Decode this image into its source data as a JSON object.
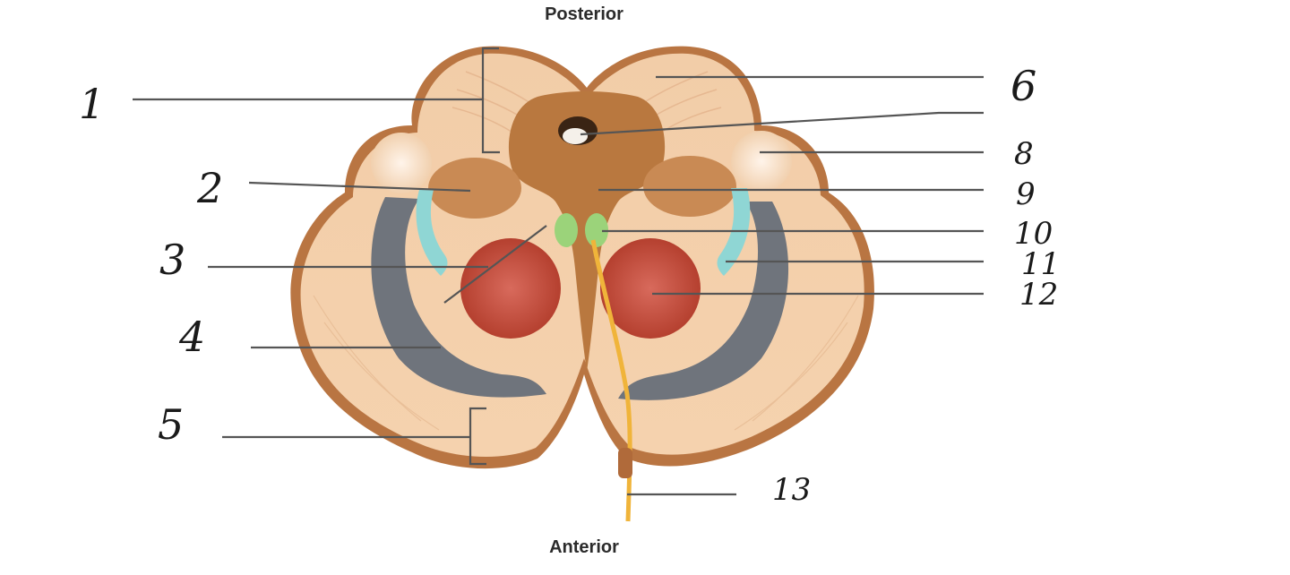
{
  "orientation": {
    "top": "Posterior",
    "bottom": "Anterior"
  },
  "handwritten_labels": [
    "1",
    "2",
    "3",
    "4",
    "5",
    "6",
    "8",
    "9",
    "10",
    "11",
    "12",
    "13"
  ],
  "colors": {
    "background": "#ffffff",
    "tissue_outer": "#b8703f",
    "tissue_fill": "#f0c7a0",
    "ventricle": "#b9783f",
    "gray_matter": "#6f747c",
    "nucleus_red": "#c24a3c",
    "teal_band": "#8fd6d4",
    "green_nucleus": "#9bd37a",
    "nerve_yellow": "#f0b43a",
    "leader_line": "#555555"
  }
}
